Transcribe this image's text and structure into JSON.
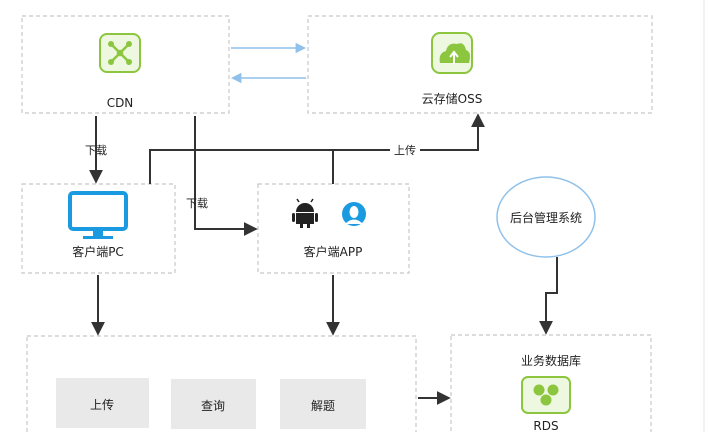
{
  "nodes": {
    "cdn": "CDN",
    "oss": "云存储OSS",
    "pc": "客户端PC",
    "app": "客户端APP",
    "admin": "后台管理系统",
    "rds_title": "业务数据库",
    "rds": "RDS"
  },
  "buttons": {
    "upload": "上传",
    "query": "查询",
    "solve": "解题"
  },
  "edges": {
    "cdn_to_pc": "下载",
    "cdn_to_app": "下载",
    "to_oss": "上传"
  },
  "colors": {
    "green": "#8cc63f",
    "blue": "#1a9ae0",
    "light_blue": "#8fc1ea",
    "dashed": "#c8c8c8",
    "arrow": "#333333",
    "button_bg": "#e9e9e9"
  }
}
